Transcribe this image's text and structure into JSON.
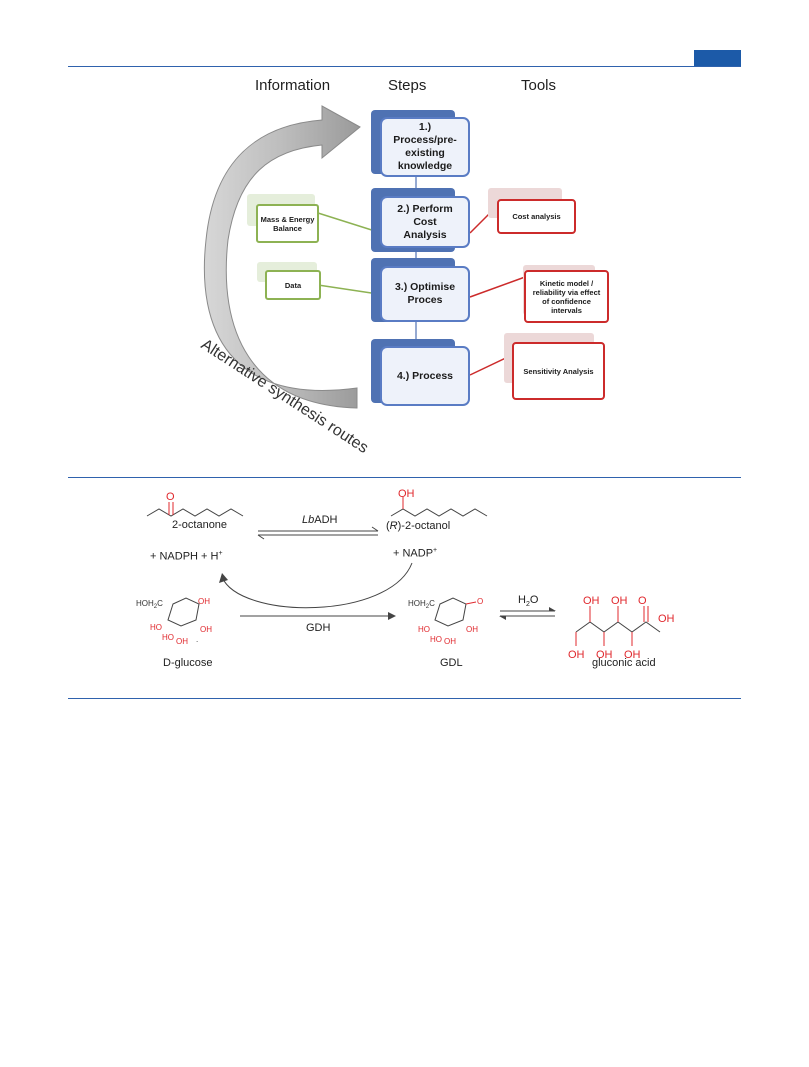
{
  "headers": {
    "information": "Information",
    "steps": "Steps",
    "tools": "Tools"
  },
  "steps": [
    {
      "label": "1.) Process/pre-\nexisting\nknowledge"
    },
    {
      "label": "2.) Perform Cost\nAnalysis"
    },
    {
      "label": "3.) Optimise\nProces"
    },
    {
      "label": "4.) Process"
    }
  ],
  "info_boxes": [
    {
      "label": "Mass & Energy\nBalance"
    },
    {
      "label": "Data"
    }
  ],
  "tool_boxes": [
    {
      "label": "Cost analysis"
    },
    {
      "label": "Kinetic model /\nreliability via effect\nof confidence\nintervals"
    },
    {
      "label": "Sensitivity Analysis"
    }
  ],
  "cycle_label": "Alternative synthesis routes",
  "reaction": {
    "reactant": "2-octanone",
    "enzyme_prefix": "Lb",
    "enzyme_suffix": "ADH",
    "product_prefix": "(",
    "product_italic": "R",
    "product_suffix": ")-2-octanol",
    "cofactor_left": "+ NADPH + H",
    "cofactor_left_sup": "+",
    "cofactor_right": "+ NADP",
    "cofactor_right_sup": "+",
    "glucose": "D-glucose",
    "gdh": "GDH",
    "gdl": "GDL",
    "water": "H",
    "water_sub": "2",
    "water_o": "O",
    "gluconic": "gluconic acid",
    "atoms": {
      "o": "O",
      "oh": "OH",
      "hoh2c": "HOH",
      "hoh2c_sub": "2",
      "hoh2c_c": "C",
      "ho": "HO",
      "dot": "."
    }
  },
  "colors": {
    "rule": "#2f62ad",
    "step_back": "#4f72b3",
    "step_border": "#5a7cc4",
    "info_border": "#8db253",
    "tool_border": "#cc2b2b",
    "oxygen": "#e0282d",
    "arrow_gray": "#a6a6a6"
  }
}
